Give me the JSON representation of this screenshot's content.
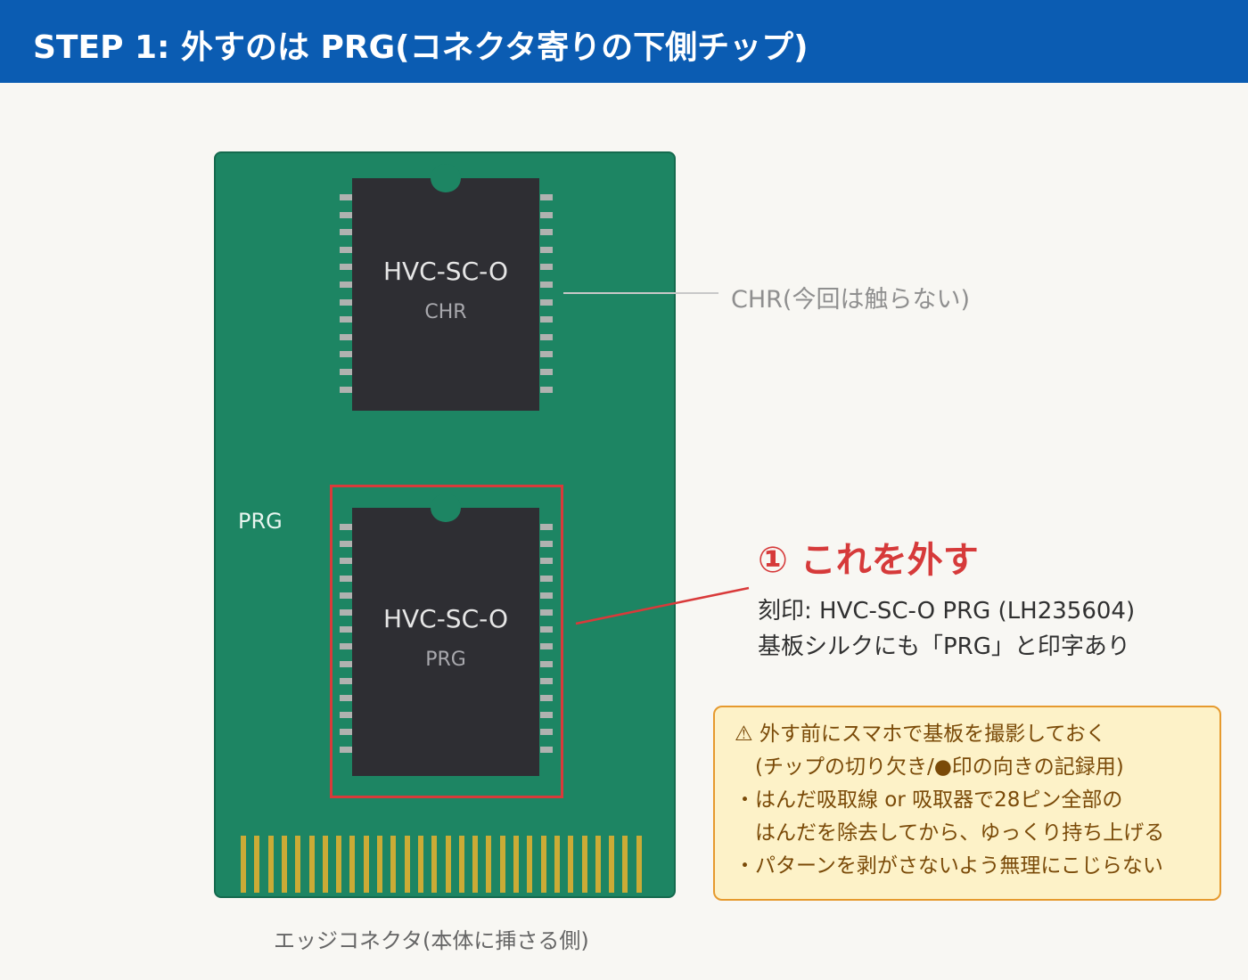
{
  "header": {
    "title": "STEP 1: 外すのは PRG(コネクタ寄りの下側チップ)"
  },
  "board": {
    "silk_label": "PRG",
    "connector_caption": "エッジコネクタ(本体に挿さる側)",
    "colors": {
      "pcb": "#1d8563",
      "chip": "#2e2e33",
      "highlight": "#d93a3a",
      "header": "#0b5cb2"
    }
  },
  "chips": {
    "chr": {
      "name": "HVC-SC-O",
      "sub": "CHR"
    },
    "prg": {
      "name": "HVC-SC-O",
      "sub": "PRG"
    }
  },
  "callouts": {
    "chr_note": "CHR(今回は触らない)",
    "prg_title": "① これを外す",
    "prg_desc": [
      "刻印: HVC-SC-O PRG (LH235604)",
      "基板シルクにも「PRG」と印字あり"
    ]
  },
  "warning": {
    "lines": [
      "⚠ 外す前にスマホで基板を撮影しておく",
      "　(チップの切り欠き/●印の向きの記録用)",
      "・はんだ吸取線 or 吸取器で28ピン全部の",
      "　はんだを除去してから、ゆっくり持ち上げる",
      "・パターンを剥がさないよう無理にこじらない"
    ]
  }
}
